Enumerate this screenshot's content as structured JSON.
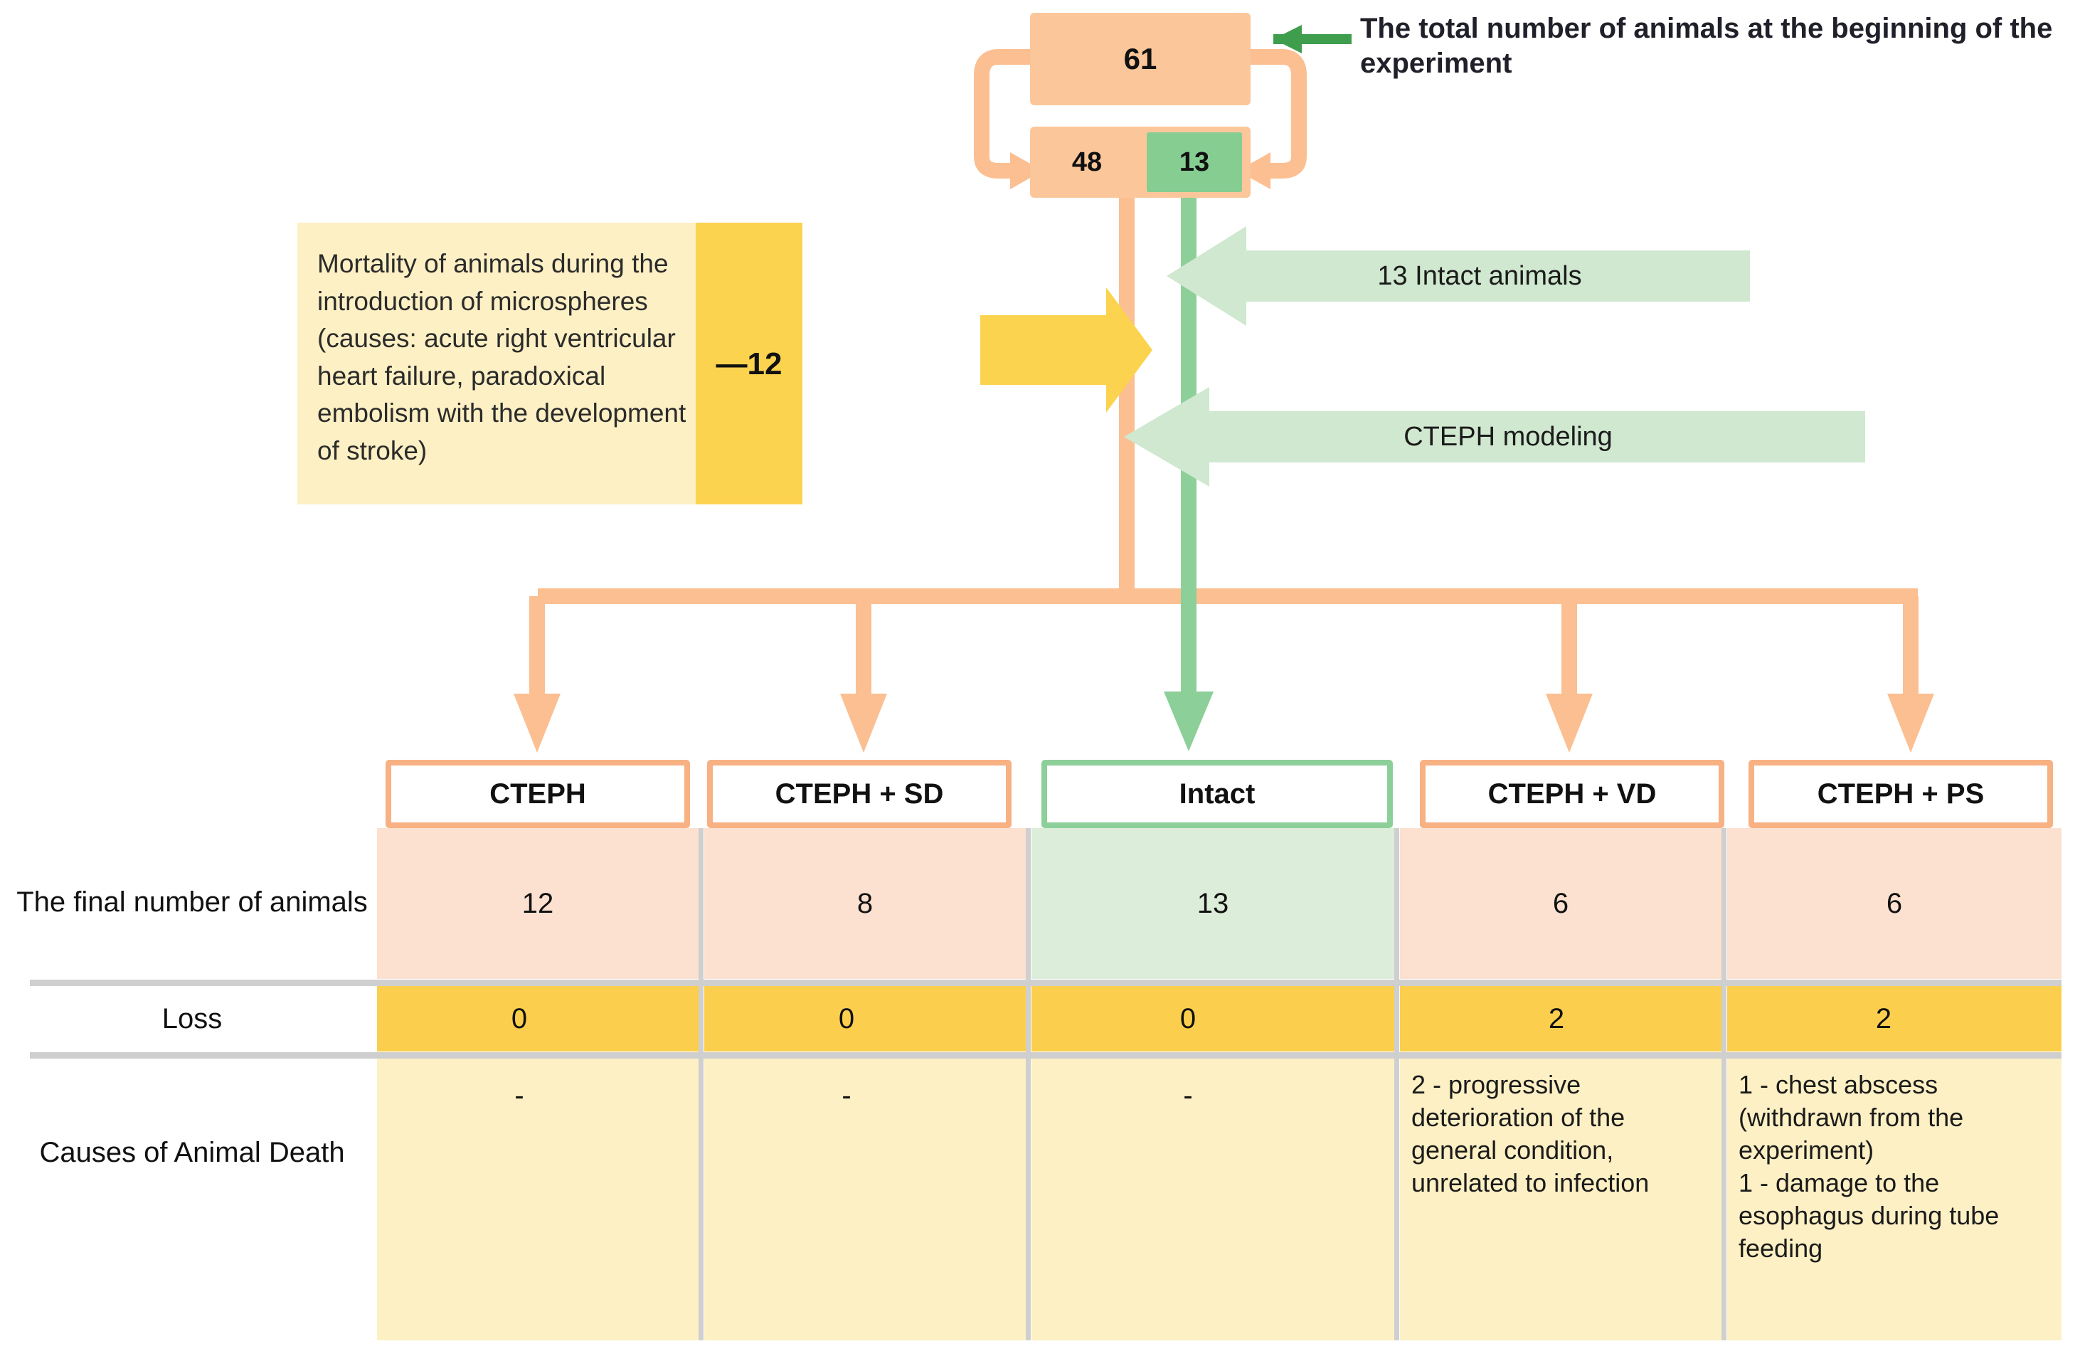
{
  "header": {
    "total_box_value": "61",
    "caption": "The total number of animals at the beginning of the experiment",
    "split_left_value": "48",
    "split_right_value": "13"
  },
  "mortality": {
    "text": "Mortality of animals during the introduction of microspheres (causes: acute right ventricular heart failure, paradoxical embolism with the development of stroke)",
    "delta": "—12"
  },
  "callouts": [
    {
      "label": "13 Intact animals"
    },
    {
      "label": "CTEPH modeling"
    }
  ],
  "groups": [
    {
      "label": "CTEPH",
      "color": "orange"
    },
    {
      "label": "CTEPH + SD",
      "color": "orange"
    },
    {
      "label": "Intact",
      "color": "green"
    },
    {
      "label": "CTEPH + VD",
      "color": "orange"
    },
    {
      "label": "CTEPH + PS",
      "color": "orange"
    }
  ],
  "table": {
    "row_labels": [
      "The final number of animals",
      "Loss",
      "Causes of Animal Death"
    ],
    "final_number": [
      "12",
      "8",
      "13",
      "6",
      "6"
    ],
    "loss": [
      "0",
      "0",
      "0",
      "2",
      "2"
    ],
    "causes": [
      "-",
      "-",
      "-",
      "2  - progressive deterioration of the general condition, unrelated  to infection",
      "1 - chest abscess (withdrawn  from the experiment)\n1 - damage  to the esophagus during tube feeding"
    ]
  },
  "colors": {
    "orange_solid": "#fbc79a",
    "orange_connector": "#fbbf92",
    "orange_border": "#f7b183",
    "orange_cell": "#fce0d0",
    "green_solid": "#86cd92",
    "green_border": "#8ccf99",
    "green_callout": "#cfe8cf",
    "green_cell": "#dcedd9",
    "green_arrow_dark": "#3f9e4d",
    "yellow_tab": "#fcd34f",
    "yellow_panel": "#fdf0c4",
    "yellow_row": "#fbcf4d",
    "yellow_cause": "#fdf0c4",
    "rule": "#cfcfcf"
  }
}
